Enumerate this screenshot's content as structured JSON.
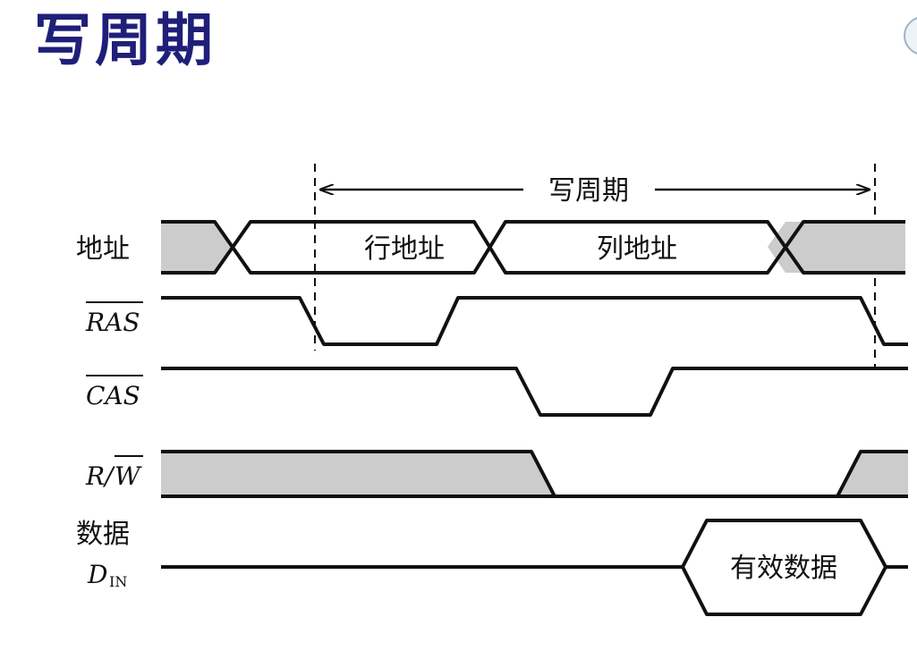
{
  "slide": {
    "title": "写周期"
  },
  "diagram": {
    "period_label": "写周期",
    "signals": {
      "address": "地址",
      "ras": "RAS",
      "cas": "CAS",
      "rw_r": "R/",
      "rw_w": "W",
      "data_top": "数据",
      "data_d": "D",
      "data_sub": "IN"
    },
    "segments": {
      "row_address": "行地址",
      "col_address": "列地址",
      "valid_data": "有效数据"
    }
  },
  "colors": {
    "title": "#1f1f7a",
    "fill_gray": "#cccccc",
    "line": "#111111"
  }
}
